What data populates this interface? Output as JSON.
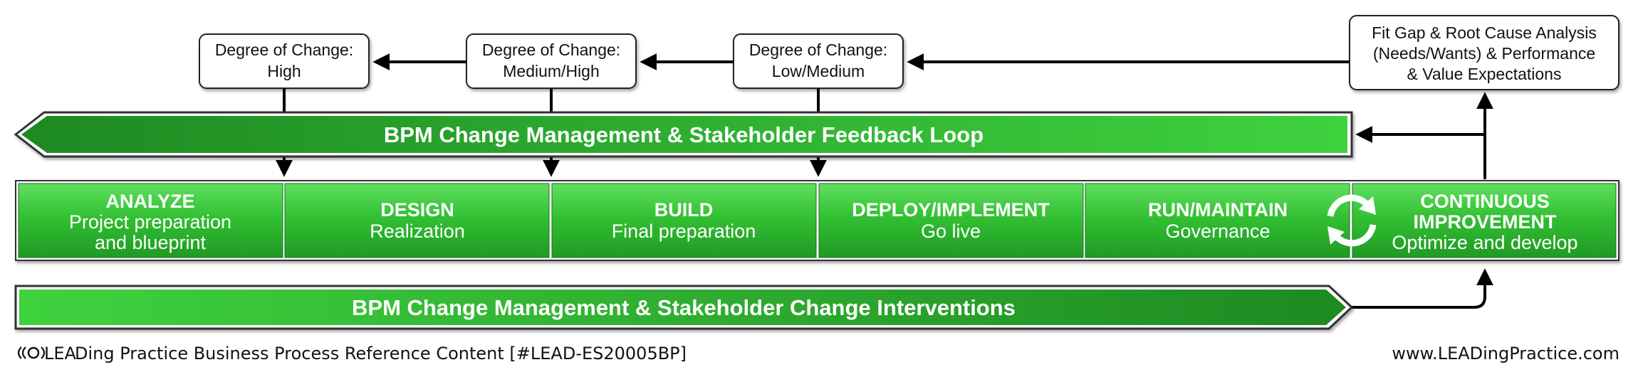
{
  "degree_boxes": [
    {
      "lines": [
        "Degree of Change:",
        "High"
      ]
    },
    {
      "lines": [
        "Degree of Change:",
        "Medium/High"
      ]
    },
    {
      "lines": [
        "Degree of Change:",
        "Low/Medium"
      ]
    }
  ],
  "analysis_box": {
    "lines": [
      "Fit Gap & Root Cause Analysis",
      "(Needs/Wants) & Performance",
      "& Value Expectations"
    ]
  },
  "feedback_banner": {
    "label": "BPM Change Management & Stakeholder Feedback Loop"
  },
  "interventions_banner": {
    "label": "BPM Change Management & Stakeholder Change Interventions"
  },
  "phases": [
    {
      "title": "ANALYZE",
      "lines": [
        "Project preparation",
        "and blueprint"
      ]
    },
    {
      "title": "DESIGN",
      "lines": [
        "Realization"
      ]
    },
    {
      "title": "BUILD",
      "lines": [
        "Final preparation"
      ]
    },
    {
      "title": "DEPLOY/IMPLEMENT",
      "lines": [
        "Go live"
      ]
    },
    {
      "title": "RUN/MAINTAIN",
      "lines": [
        "Governance"
      ]
    },
    {
      "title_lines": [
        "CONTINUOUS",
        "IMPROVEMENT"
      ],
      "lines": [
        "Optimize and develop"
      ]
    }
  ],
  "cycle_icon": "refresh-cycle-icon",
  "colors": {
    "green_light": "#3ccb3c",
    "green_dark": "#1e8e25",
    "border": "#333333",
    "arrow": "#000000"
  },
  "footer": {
    "logo": "LEA",
    "source_text": "Ding Practice Business Process Reference Content [#LEAD-ES20005BP]",
    "website": "www.LEADingPractice.com"
  }
}
